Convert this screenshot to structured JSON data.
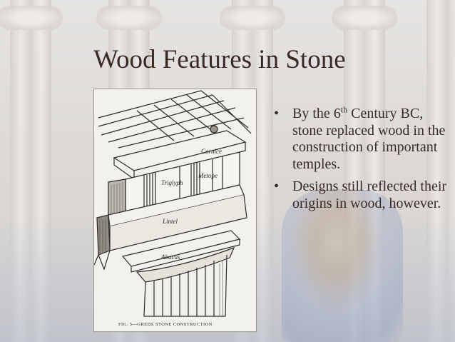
{
  "slide": {
    "title": "Wood Features in Stone",
    "bullets": [
      {
        "pre": "By the 6",
        "sup": "th",
        "post": " Century BC, stone replaced wood in the construction of important temples."
      },
      {
        "pre": "Designs still reflected their origins in wood, however.",
        "sup": "",
        "post": ""
      }
    ],
    "bullet_char": "•",
    "figure": {
      "labels": {
        "cornice": "Cornice",
        "triglyph": "Triglyph",
        "metope": "Metope",
        "lintel": "Lintel",
        "abacus": "Abacus"
      },
      "caption": "FIG. 5—GREEK STONE CONSTRUCTION"
    }
  },
  "colors": {
    "text": "#3a2a24",
    "figure_bg": "#f3f1ec",
    "ink": "#2b2b2b"
  }
}
